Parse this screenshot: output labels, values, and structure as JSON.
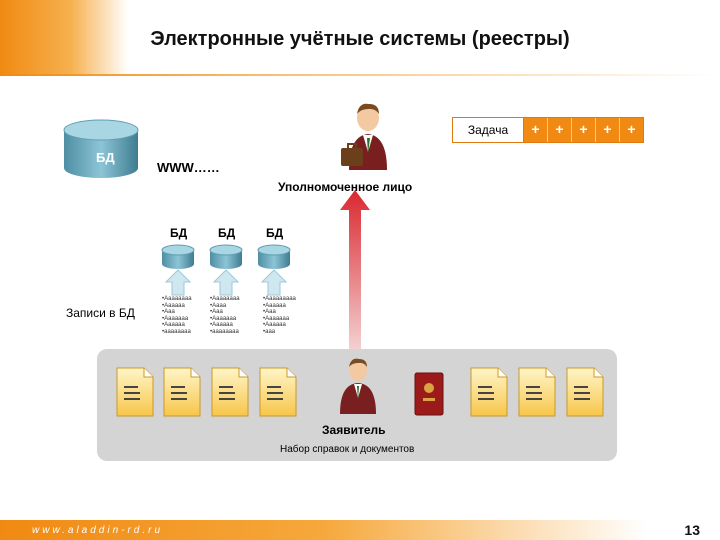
{
  "title": "Электронные учётные системы (реестры)",
  "big_db": {
    "label": "БД",
    "url_text": "WWW……"
  },
  "task": {
    "label": "Задача",
    "marks": [
      "+",
      "+",
      "+",
      "+",
      "+"
    ]
  },
  "authority": {
    "label": "Уполномоченное лицо"
  },
  "small_dbs": [
    {
      "label": "БД"
    },
    {
      "label": "БД"
    },
    {
      "label": "БД"
    }
  ],
  "records_label": "Записи в БД",
  "records": [
    [
      "•Аааааааа",
      "•Аааааа",
      "•Ааа",
      "•Ааааааа",
      "•Аааааа",
      "•аааааааа"
    ],
    [
      "•Аааааааа",
      "•Аааа",
      "•Ааа",
      "•Ааааааа",
      "•Аааааа",
      "•аааааааа"
    ],
    [
      "•Ааааааааа",
      "•Аааааа",
      "•Ааа",
      "•Ааааааа",
      "•Аааааа",
      "•ааа"
    ]
  ],
  "applicant": {
    "label": "Заявитель"
  },
  "documents_caption": "Набор справок и документов",
  "footer": {
    "url": "www.aladdin-rd.ru",
    "page_number": "13"
  },
  "colors": {
    "accent": "#f08a12",
    "db_fill": "#5f9fb4",
    "arrow_red": "#d9282f",
    "panel": "#d4d4d4"
  }
}
